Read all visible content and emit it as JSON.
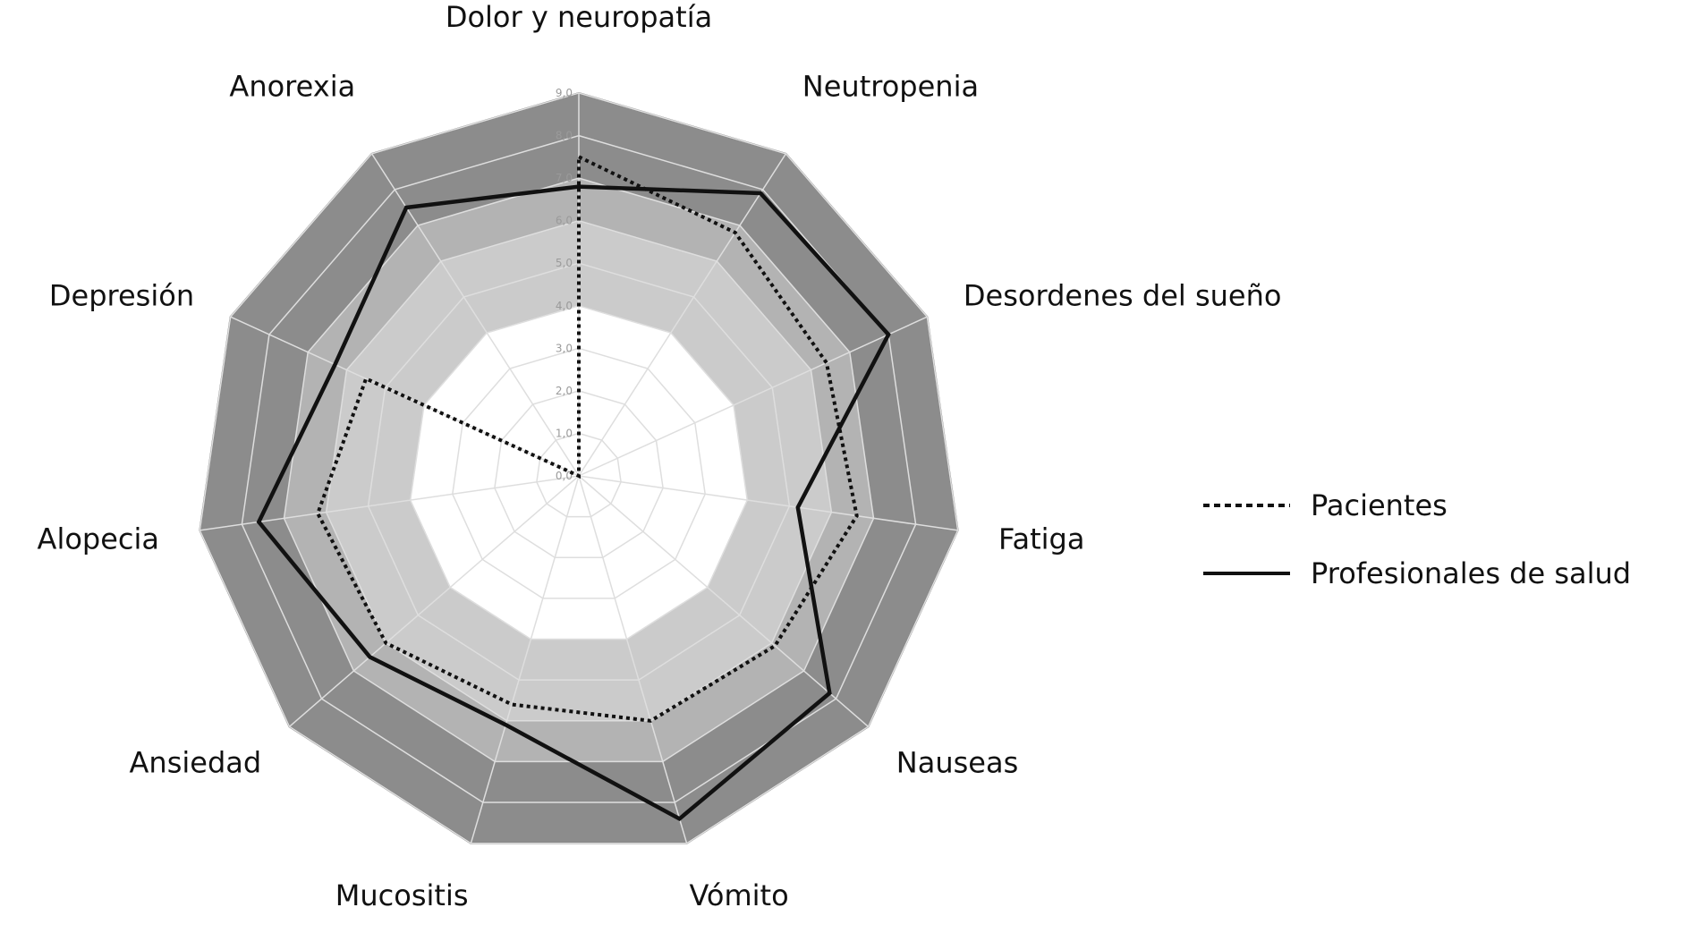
{
  "chart_data": {
    "type": "radar",
    "title": "",
    "categories": [
      "Dolor y neuropatía",
      "Neutropenia",
      "Desordenes del sueño",
      "Fatiga",
      "Nauseas",
      "Vómito",
      "Mucositis",
      "Ansiedad",
      "Alopecia",
      "Depresión",
      "Anorexia"
    ],
    "rlim": [
      0,
      9
    ],
    "ticks": [
      "0,0",
      "1,0",
      "2,0",
      "3,0",
      "4,0",
      "5,0",
      "6,0",
      "7,0",
      "8,0",
      "9,0"
    ],
    "series": [
      {
        "name": "Pacientes",
        "style": "dotted",
        "color": "#111111",
        "values": [
          7.5,
          6.8,
          6.4,
          6.6,
          6.1,
          6.0,
          5.6,
          6.0,
          6.2,
          5.5,
          0.0
        ]
      },
      {
        "name": "Profesionales de salud",
        "style": "solid",
        "color": "#111111",
        "values": [
          6.8,
          7.9,
          8.0,
          5.2,
          7.8,
          8.4,
          6.1,
          6.5,
          7.6,
          6.3,
          7.5
        ]
      }
    ],
    "band_colors": {
      "outer": "#8c8c8c",
      "middle": "#b3b3b3",
      "inner": "#cbcbcb",
      "center": "#ffffff",
      "grid": "#dedede"
    },
    "legend_position": "right",
    "grid": true
  }
}
